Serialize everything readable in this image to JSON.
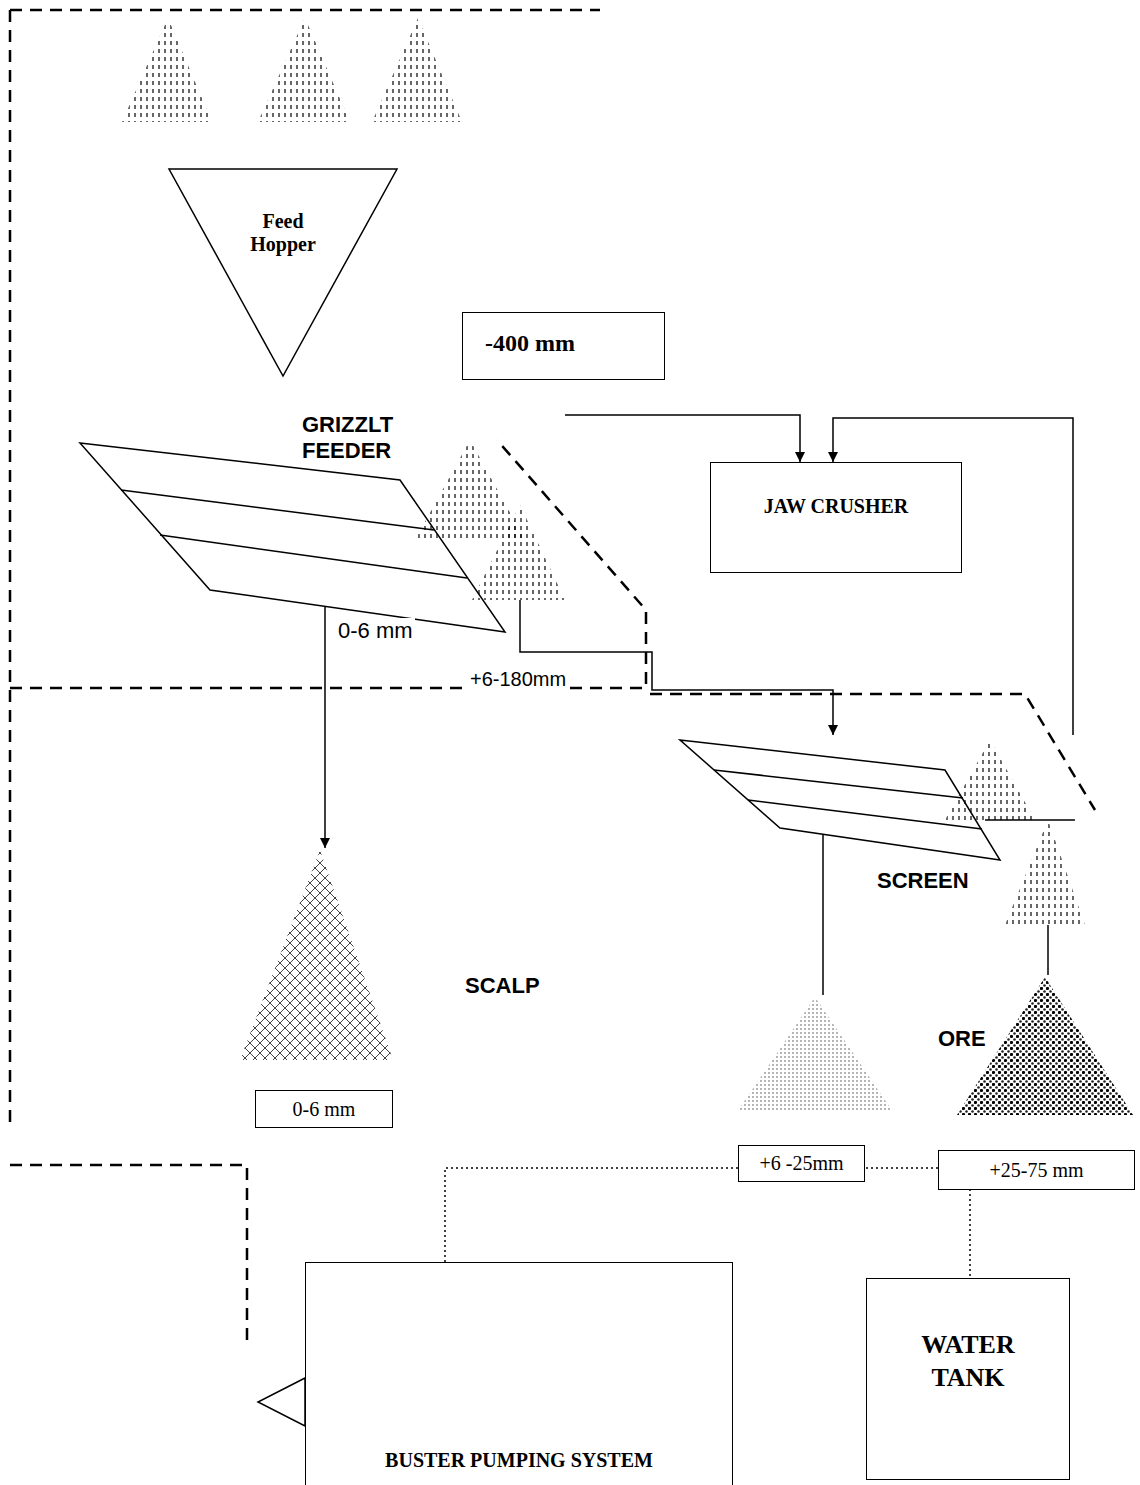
{
  "diagram": {
    "nodes": [
      {
        "text": [
          "Feed Hopper"
        ]
      },
      {
        "text": [
          "-400 mm"
        ]
      },
      {
        "text": [
          "GRIZZLT FEEDER"
        ]
      },
      {
        "text": [
          "JAW CRUSHER"
        ]
      },
      {
        "text": [
          "SCREEN"
        ]
      },
      {
        "text": [
          "0-6 mm"
        ]
      },
      {
        "text": [
          "+6 -25mm"
        ]
      },
      {
        "text": [
          "+25-75 mm"
        ]
      },
      {
        "text": [
          "BUSTER PUMPING SYSTEM"
        ]
      },
      {
        "text": [
          "WATER TANK"
        ]
      }
    ],
    "edges": [
      {
        "from": 2,
        "to": 3,
        "arrow": "to"
      },
      {
        "from": 4,
        "to": 3,
        "arrow": "to"
      },
      {
        "from": 2,
        "to": 4,
        "arrow": "to"
      },
      {
        "from": 2,
        "to": 5,
        "arrow": "to"
      },
      {
        "from": 4,
        "to": 6,
        "arrow": "none"
      },
      {
        "from": 4,
        "to": 7,
        "arrow": "none"
      },
      {
        "from": 8,
        "to": 9,
        "arrow": "none"
      }
    ],
    "labels": [
      "0-6 mm",
      "+6-180mm",
      "SCALP",
      "ORE"
    ]
  }
}
